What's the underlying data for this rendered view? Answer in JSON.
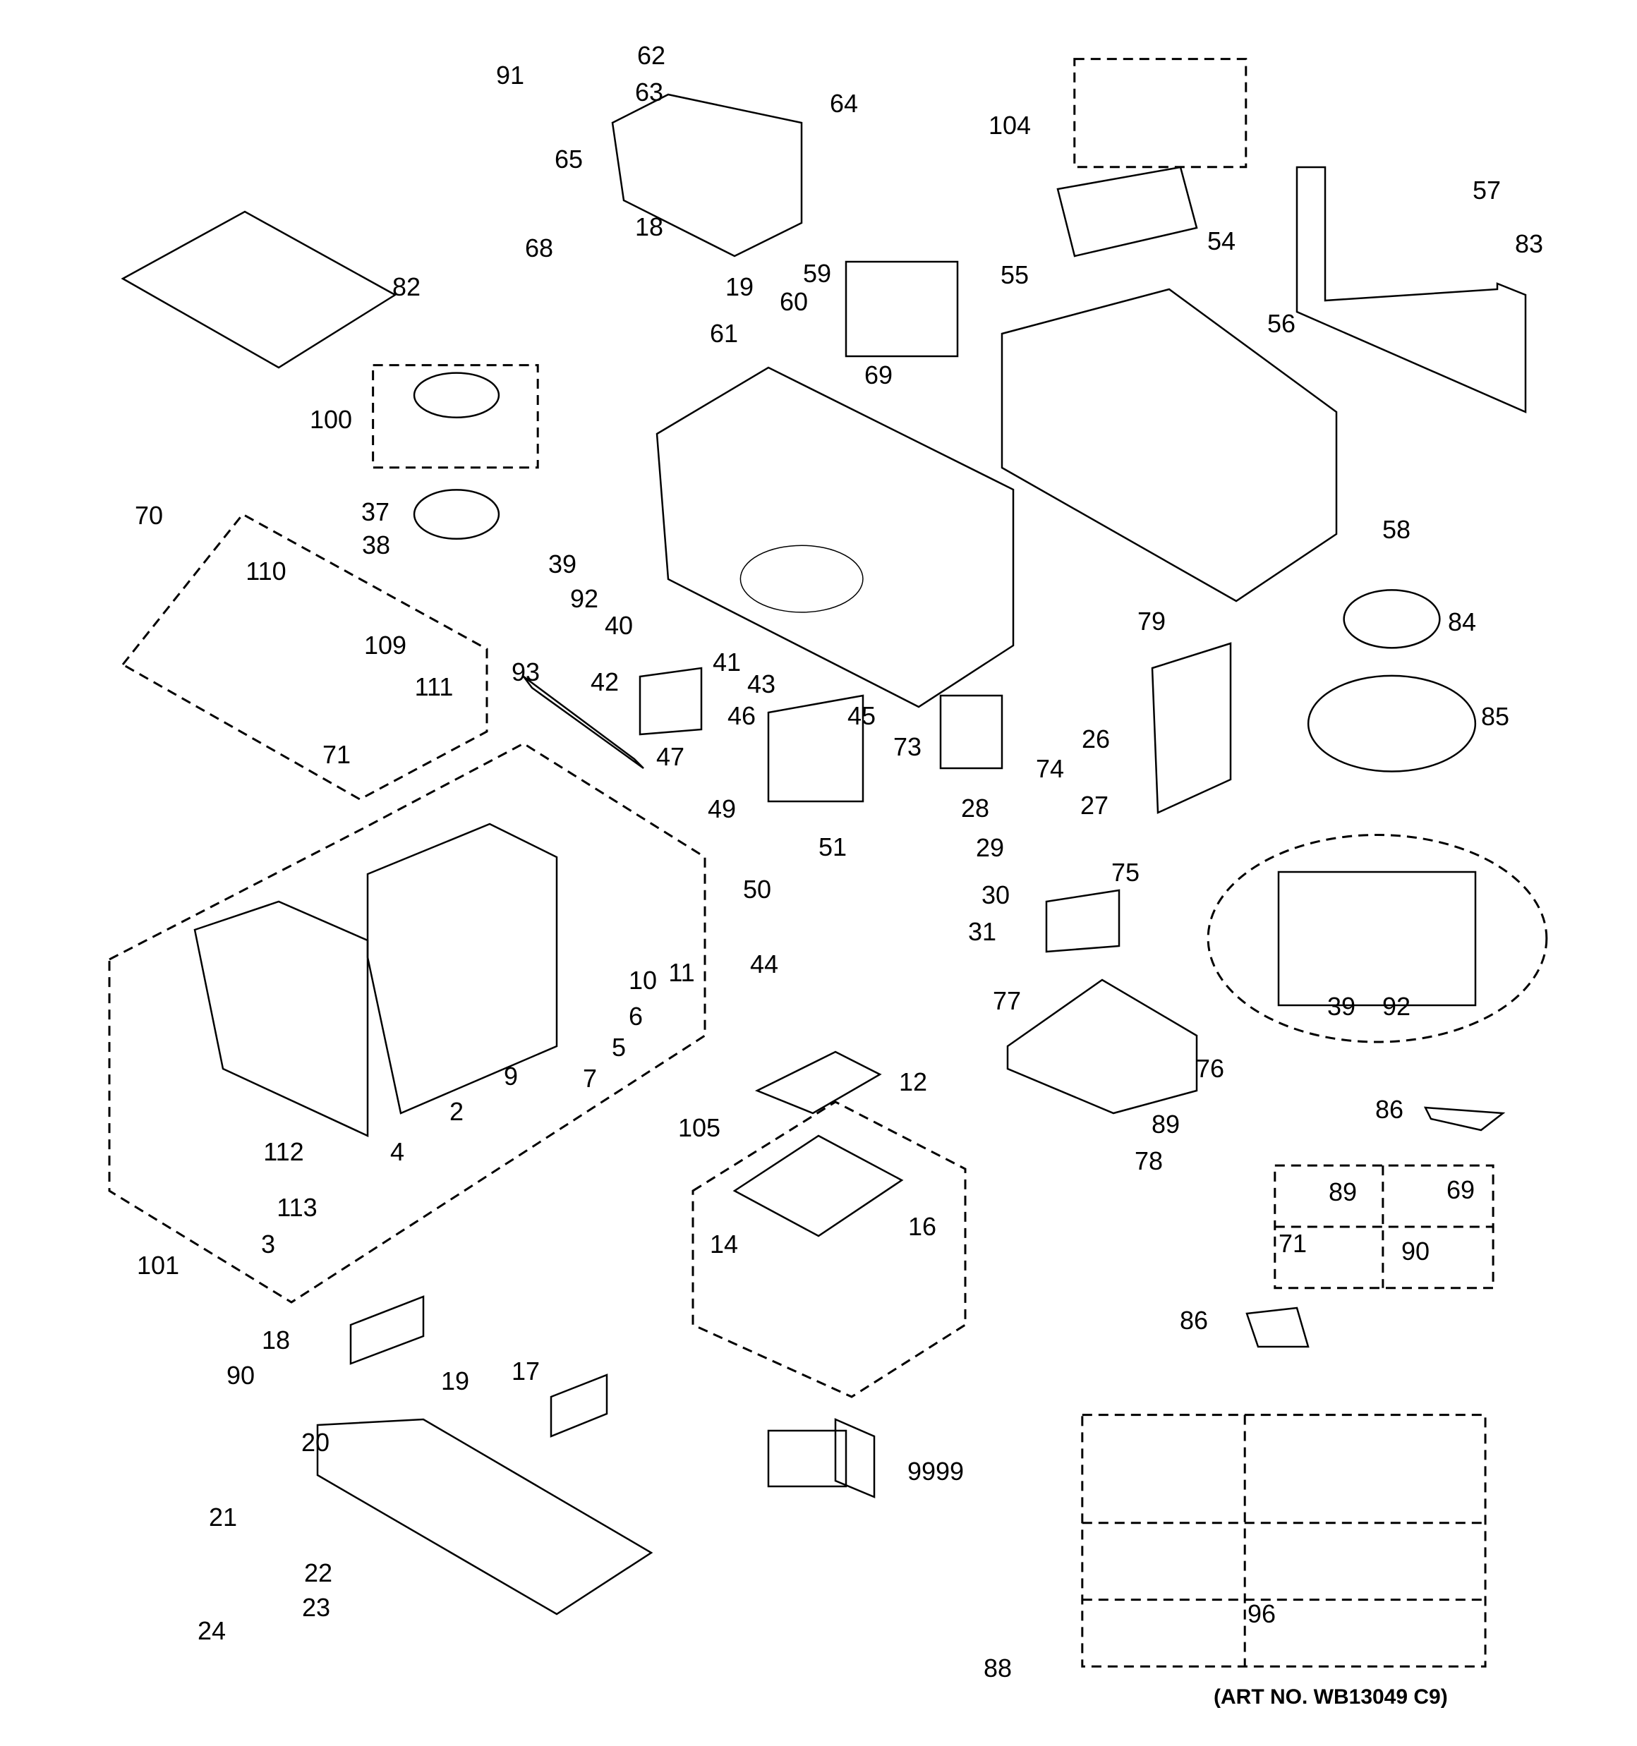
{
  "diagram": {
    "art_number": "(ART NO. WB13049 C9)",
    "callouts": [
      "91",
      "62",
      "63",
      "64",
      "65",
      "104",
      "57",
      "83",
      "18",
      "68",
      "19",
      "54",
      "82",
      "59",
      "60",
      "61",
      "55",
      "56",
      "100",
      "69",
      "37",
      "38",
      "70",
      "110",
      "39",
      "92",
      "58",
      "109",
      "40",
      "79",
      "84",
      "41",
      "43",
      "93",
      "111",
      "42",
      "46",
      "45",
      "85",
      "71",
      "47",
      "73",
      "74",
      "26",
      "28",
      "27",
      "49",
      "51",
      "29",
      "50",
      "75",
      "30",
      "31",
      "11",
      "10",
      "44",
      "77",
      "39",
      "92",
      "6",
      "5",
      "9",
      "7",
      "76",
      "12",
      "2",
      "86",
      "89",
      "112",
      "4",
      "105",
      "78",
      "89",
      "69",
      "113",
      "16",
      "3",
      "71",
      "90",
      "14",
      "101",
      "86",
      "18",
      "90",
      "19",
      "17",
      "20",
      "9999",
      "21",
      "22",
      "96",
      "23",
      "24",
      "88"
    ]
  }
}
